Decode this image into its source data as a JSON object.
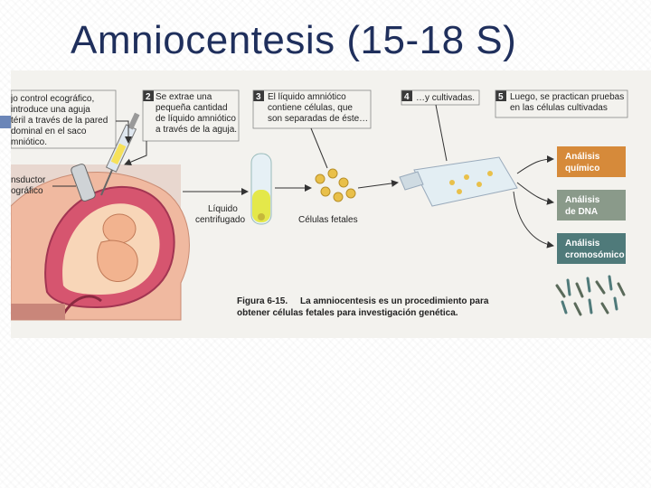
{
  "slide": {
    "title": "Amniocentesis (15-18 S)"
  },
  "steps": [
    {
      "number": "2",
      "lines": [
        "Se extrae una",
        "pequeña cantidad",
        "de líquido amniótico",
        "a través de la aguja."
      ]
    },
    {
      "number": "3",
      "lines": [
        "El líquido amniótico",
        "contiene células, que",
        "son separadas de éste…"
      ]
    },
    {
      "number": "4",
      "lines": [
        "…y cultivadas."
      ]
    },
    {
      "number": "5",
      "lines": [
        "Luego, se practican pruebas",
        "en las células cultivadas"
      ]
    }
  ],
  "step1": {
    "lines": [
      "jo control ecográfico,",
      "introduce una aguja",
      "téril a través de la pared",
      "dominal en el saco",
      "mniótico."
    ]
  },
  "labels": {
    "transducer": [
      "nsductor",
      "ográfico"
    ],
    "centrifuged": [
      "Líquido",
      "centrifugado"
    ],
    "fetal_cells": "Células fetales"
  },
  "analyses": [
    {
      "lines": [
        "Análisis",
        "químico"
      ],
      "color": "#d68a3a"
    },
    {
      "lines": [
        "Análisis",
        "de DNA"
      ],
      "color": "#8a9a8a"
    },
    {
      "lines": [
        "Análisis",
        "cromosómico"
      ],
      "color": "#4f7a7a"
    }
  ],
  "caption": {
    "bold": "Figura 6-15.",
    "line1": "La amniocentesis es un procedimiento para",
    "line2": "obtener células fetales para investigación genética."
  },
  "colors": {
    "title": "#1f2f5c",
    "step_number_bg": "#3a3a3a",
    "step_box_border": "#555555",
    "arrow": "#333333",
    "skin": "#f0b9a0",
    "uterus": "#c64a66",
    "fluid": "#f6e15a",
    "cell": "#e9c04a"
  }
}
